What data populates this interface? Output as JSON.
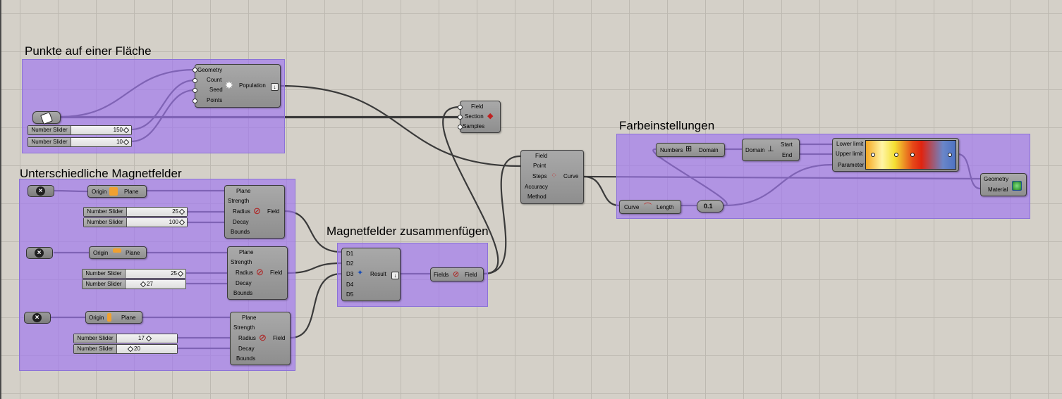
{
  "groups": {
    "punkte": "Punkte auf einer Fläche",
    "magnet": "Unterschiedliche Magnetfelder",
    "zusammen": "Magnetfelder zusammenfügen",
    "farbe": "Farbeinstellungen"
  },
  "populate": {
    "in": [
      "Geometry",
      "Count",
      "Seed",
      "Points"
    ],
    "out": "Population"
  },
  "sliders": {
    "name": "Number Slider",
    "count": "150",
    "seed": "10",
    "radius1": "25",
    "decay1": "100",
    "radius2": "25",
    "decay2": "27",
    "radius3": "17",
    "decay3": "20"
  },
  "plane_comp": {
    "in": "Origin",
    "out": "Plane"
  },
  "point_charge": {
    "in": [
      "Plane",
      "Strength",
      "Radius",
      "Decay",
      "Bounds"
    ],
    "out": "Field"
  },
  "merge": {
    "in": [
      "D1",
      "D2",
      "D3",
      "D4",
      "D5"
    ],
    "out": "Result"
  },
  "merge_fields": {
    "in": "Fields",
    "out": "Field"
  },
  "field_section": {
    "in": [
      "Field",
      "Section",
      "Samples"
    ]
  },
  "field_line": {
    "in": [
      "Field",
      "Point",
      "Steps",
      "Accuracy",
      "Method"
    ],
    "out": "Curve"
  },
  "bounds": {
    "in": "Numbers",
    "out": "Domain"
  },
  "deconstruct": {
    "in": "Domain",
    "out": [
      "Start",
      "End"
    ]
  },
  "gradient": {
    "in": [
      "Lower limit",
      "Upper limit",
      "Parameter"
    ]
  },
  "length": {
    "in": "Curve",
    "out": "Length"
  },
  "relay": "0.1",
  "preview": {
    "in": [
      "Geometry",
      "Material"
    ]
  },
  "colors": {
    "group": "#a078f0",
    "component": "#9a9a9a",
    "wire": "#404040"
  }
}
